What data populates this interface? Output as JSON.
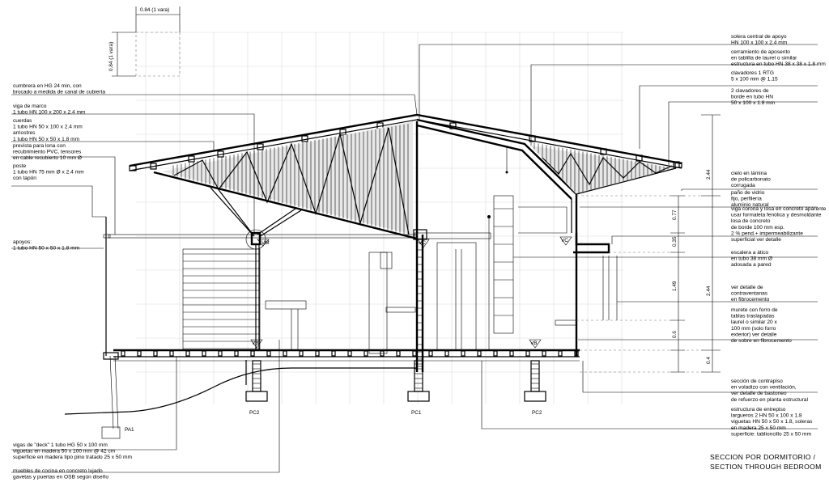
{
  "title": {
    "es": "SECCION POR DORMITORIO /",
    "en": "SECTION THROUGH BEDROOM"
  },
  "dimensions": {
    "vara_h": "0.84 (1 vara)",
    "vara_v": "0.84 (1 vara)",
    "d244_top": "2.44",
    "d077": "0.77",
    "d035": "0.35",
    "d149": "1.49",
    "d244_mid": "2.44",
    "d06": "0.6",
    "d04": "0.4"
  },
  "markers": {
    "vm": "VM",
    "vc1": "VC",
    "vc2": "VC",
    "vb1": "VB",
    "vb2": "VB",
    "pc2_left": "PC2",
    "pc1": "PC1",
    "pc2_right": "PC2",
    "pa1": "PA1"
  },
  "left_notes": [
    [
      "cumbrera en HG 24 min, con",
      "brocado a medida de canal de cubierta"
    ],
    [
      "viga de marco",
      "1 tubo HN 100 x 200 x 2.4 mm"
    ],
    [
      "cuerdas",
      "1 tubo HN 50 x 100 x 2.4 mm",
      "arriostres",
      "1 tubo HN 50 x 50 x 1.8 mm"
    ],
    [
      "prevista para lona con",
      "recubrimiento PVC, tensores",
      "en cable recubierto 10 mm Ø"
    ],
    [
      "poste",
      "1 tubo HN 75 mm Ø x 2.4 mm",
      "con tapón"
    ],
    [
      "apoyos:",
      "1 tubo HN 50 x 50 x 1.8 mm"
    ],
    [
      "vigas de \"deck\" 1 tubo HG 50 x 100 mm",
      "viguetas en madera 50 x 100 mm @ 42 cm",
      "superficie en madera tipo pino tratado 25 x 50 mm"
    ],
    [
      "muebles de cocina en concreto lujado",
      "gavetas y puertas en OSB según diseño"
    ]
  ],
  "right_notes": [
    [
      "solera central de apoyo",
      "HN 100 x 100 x 2.4 mm"
    ],
    [
      "cerramiento de aposento",
      "en tablilla de laurel o similar",
      "estructura en tubo HN 38 x 38 x 1.8 mm"
    ],
    [
      "clavadores 1 RTG",
      "5 x 100 mm @ 1.15"
    ],
    [
      "2 clavadores de",
      "borde en tubo HN",
      "50 x 100 x 1.8 mm"
    ],
    [
      "cielo en lámina",
      "de policarbonato",
      "corrugada"
    ],
    [
      "paño de vidrio",
      "fijo, perfilería",
      "aluminio natural"
    ],
    [
      "viga corona y losa en concreto aparente",
      "usar formaleta fenólica y desmoldante",
      "losa de concreto",
      "de borde 100 mm esp.",
      "2 % pend.+ impermeabilizante",
      "superficial ver detalle"
    ],
    [
      "escalera a ático",
      "en tubo 38 mm Ø",
      "adosada a pared"
    ],
    [
      "ver detalle de",
      "contraventanas",
      "en fibrocemento"
    ],
    [
      "murete con forro de",
      "tablas traslapadas",
      "laurel o similar 20 x",
      "100 mm (solo forro",
      "exterior) ver detalle",
      "de sobre en fibrocemento"
    ],
    [
      "sección de contrapiso",
      "en voladizo con ventilación,",
      "ver detalle de bastoneo",
      "de refuerzo en planta estructural"
    ],
    [
      "estructura de entrepiso",
      "largueros 2 HN 50 x 100 x 1.8",
      "viguetas HN 50 x 50 x 1.8, soleras",
      "en madera 25 x 50 mm",
      "superficie: tablioncillo 25 x 50 mm"
    ]
  ]
}
